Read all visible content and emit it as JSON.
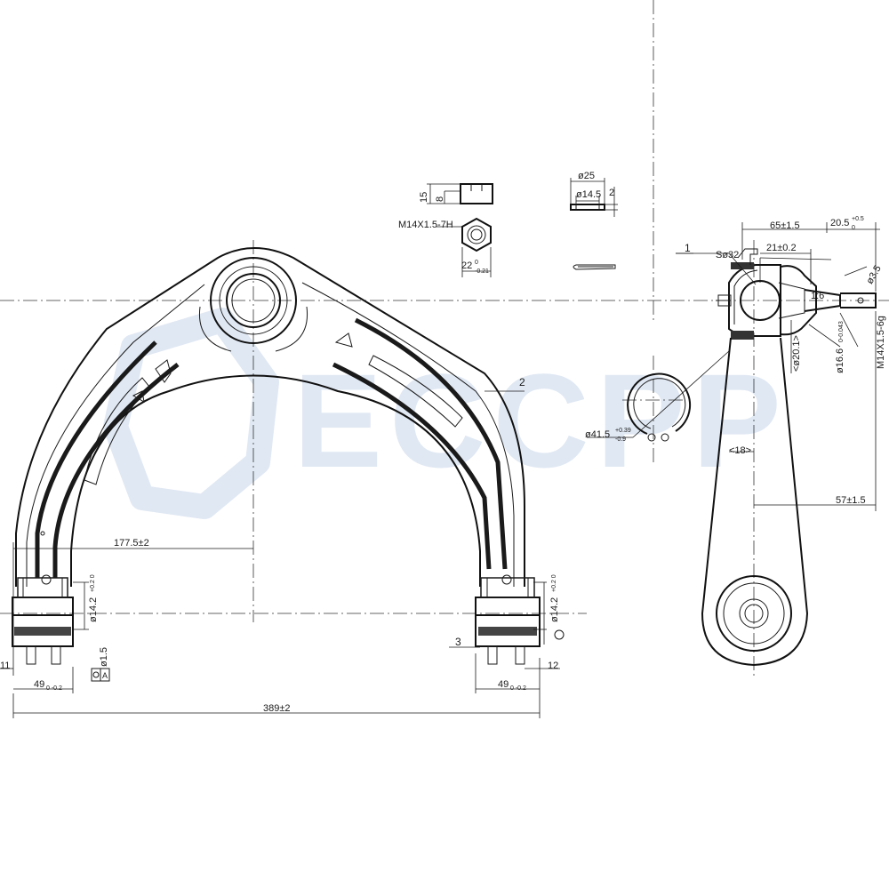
{
  "watermark": {
    "text": "ECCPP",
    "color": "#dde6f2"
  },
  "part_numbers": [
    "1",
    "2",
    "3"
  ],
  "dimensions": {
    "nut_height": "15",
    "nut_slot": "8",
    "nut_thread": "M14X1.5-7H",
    "nut_width": "22",
    "nut_width_tol_top": "0",
    "nut_width_tol_bot": "-0.21",
    "washer_od": "ø25",
    "washer_id": "ø14.5",
    "washer_thk": "2",
    "ball_stud_len": "65±1.5",
    "stud_tip": "20.5",
    "stud_tip_tol_top": "+0.5",
    "stud_tip_tol_bot": "0",
    "ball_offset": "21±0.2",
    "ball_sphere": "Sø32",
    "stud_taper": "1:6",
    "stud_pin": "ø3.5",
    "stud_dia": "ø16.6",
    "stud_dia_tol": "0-0.043",
    "stud_thread": "M14X1.5-6g",
    "boot_dia": "<ø20.1>",
    "clip_dia": "ø41.5",
    "clip_tol_top": "+0.39",
    "clip_tol_bot": "-0.9",
    "side_18": "<18>",
    "side_57": "57±1.5",
    "half_span": "177.5±2",
    "bush_left": "ø14.2",
    "bush_left_tol": "+0.2 0",
    "bush_right": "ø14.2",
    "bush_right_tol": "+0.2 0",
    "coax": "ø1.5",
    "datum": "A",
    "bush_w_left": "49",
    "bush_w_left_tol": "0 -0.2",
    "bush_w_right": "49",
    "bush_w_right_tol": "0 -0.2",
    "offset_left": "11",
    "offset_right": "12",
    "overall_span": "389±2"
  }
}
